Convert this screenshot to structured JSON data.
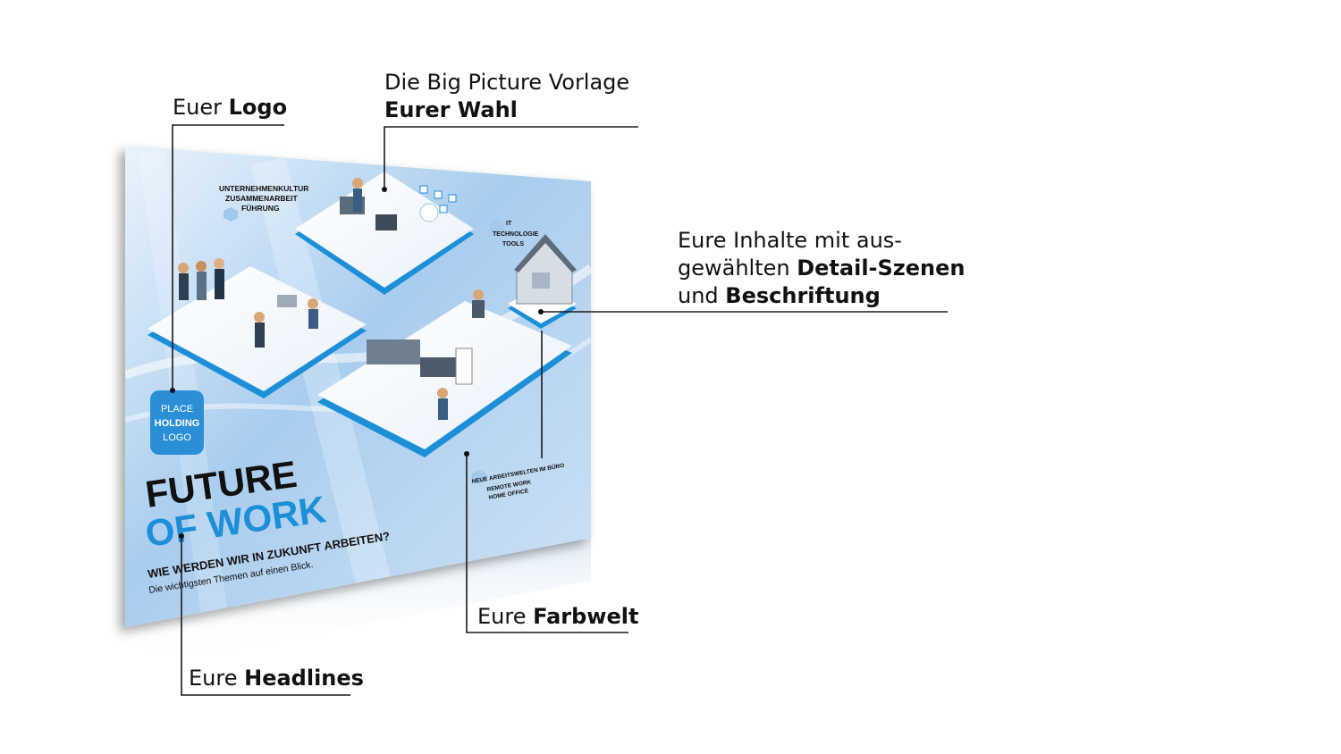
{
  "callouts": {
    "logo": {
      "pre": "Euer ",
      "bold": "Logo"
    },
    "vorlage": {
      "line1": "Die Big Picture Vorlage",
      "line2_bold": "Eurer Wahl"
    },
    "inhalte": {
      "line1": "Eure Inhalte mit aus-",
      "line2_pre": "gewählten ",
      "line2_bold": "Detail-Szenen",
      "line3_pre": "und ",
      "line3_bold": "Beschriftung"
    },
    "farbwelt": {
      "pre": "Eure ",
      "bold": "Farbwelt"
    },
    "headlines": {
      "pre": "Eure ",
      "bold": "Headlines"
    }
  },
  "poster": {
    "logo_line1": "PLACE",
    "logo_line2": "HOLDING",
    "logo_line3": "LOGO",
    "title_line1": "FUTURE",
    "title_line2": "OF WORK",
    "subtitle": "WIE WERDEN WIR IN ZUKUNFT ARBEITEN?",
    "tagline": "Die wichtigsten Themen auf einen Blick.",
    "label_culture_1": "UNTERNEHMENKULTUR",
    "label_culture_2": "ZUSAMMENARBEIT",
    "label_culture_3": "FÜHRUNG",
    "label_it_1": "IT",
    "label_it_2": "TECHNOLOGIE",
    "label_it_3": "TOOLS",
    "label_work_1": "NEUE ARBEITSWELTEN IM BÜRO",
    "label_work_2": "REMOTE WORK",
    "label_work_3": "HOME OFFICE"
  },
  "colors": {
    "poster_bg_light": "#dbe9f7",
    "poster_bg_blue": "#8fbde8",
    "accent_blue": "#1d8fd8",
    "logo_blue": "#2a8fd6",
    "title_dark": "#111111",
    "line": "#1a1a1a"
  }
}
